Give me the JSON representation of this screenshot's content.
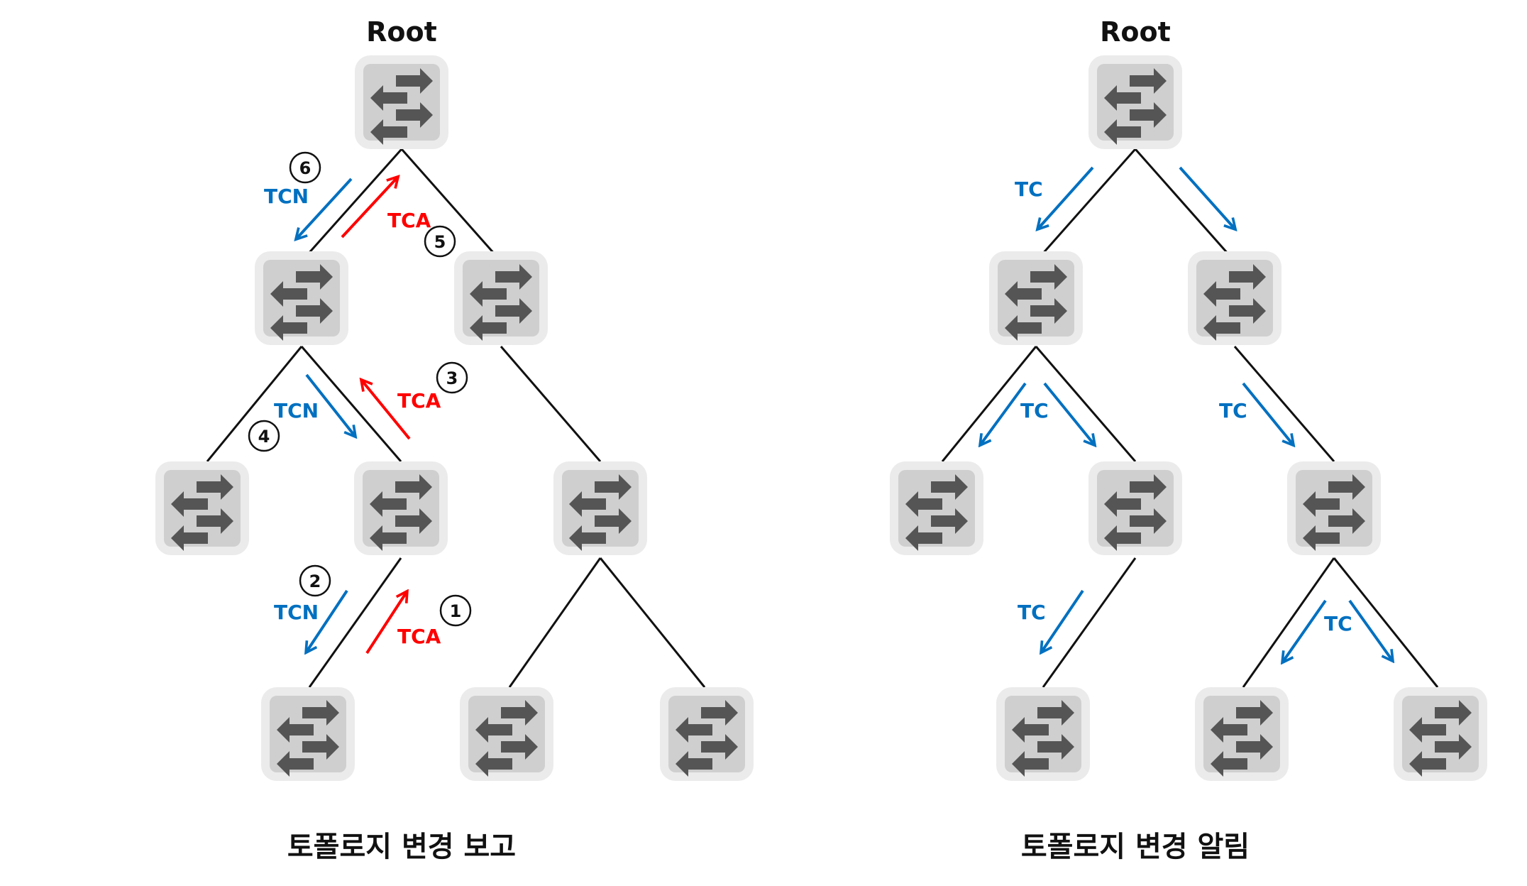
{
  "left": {
    "root_label": "Root",
    "caption": "토폴로지 변경 보고",
    "labels": {
      "tcn_top": "TCN",
      "tca_top": "TCA",
      "tcn_mid": "TCN",
      "tca_mid": "TCA",
      "tcn_bot": "TCN",
      "tca_bot": "TCA"
    },
    "steps": {
      "s1": "1",
      "s2": "2",
      "s3": "3",
      "s4": "4",
      "s5": "5",
      "s6": "6"
    }
  },
  "right": {
    "root_label": "Root",
    "caption": "토폴로지 변경 알림",
    "labels": {
      "tc1": "TC",
      "tc2": "TC",
      "tc3": "TC",
      "tc4": "TC",
      "tc5": "TC"
    }
  },
  "colors": {
    "tcn_blue": "#0070c0",
    "tca_red": "#ff0000"
  },
  "node_icon": "switch-icon"
}
